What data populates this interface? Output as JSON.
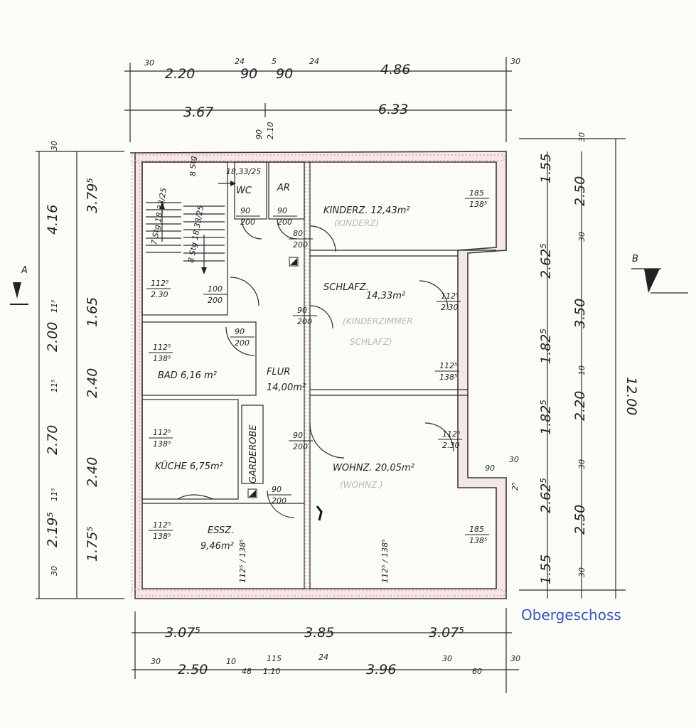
{
  "caption": "Obergeschoss",
  "rooms": {
    "kinderz": "KINDERZ. 12,43m²",
    "schlafz": "SCHLAFZ.",
    "schlafz_area": "14,33m²",
    "bad": "BAD 6,16 m²",
    "flur": "FLUR",
    "flur_area": "14,00m²",
    "kueche": "KÜCHE 6,75m²",
    "essz": "ESSZ.",
    "essz_area": "9,46m²",
    "wohnz": "WOHNZ. 20,05m²",
    "wc": "WC",
    "ar": "AR",
    "garderobe": "GARDEROBE"
  },
  "faint_notes": {
    "kinder_sub": "(KINDERZ)",
    "schlaf_sub_1": "(KINDERZIMMER",
    "schlaf_sub_2": "SCHLAFZ)",
    "wohn_sub": "(WOHNZ.)"
  },
  "window_dims": {
    "kinder": [
      "185",
      "138⁵"
    ],
    "treppe": [
      "112⁵",
      "2.30"
    ],
    "schlaf_a": [
      "112⁵",
      "2.30"
    ],
    "schlaf_b": [
      "112⁵",
      "138⁵"
    ],
    "bad": [
      "112⁵",
      "138⁵"
    ],
    "kueche": [
      "112⁵",
      "138⁵"
    ],
    "essz": [
      "112⁵",
      "138⁵"
    ],
    "wohn_a": [
      "112⁵",
      "2.30"
    ],
    "wohn_b": [
      "185",
      "138⁵"
    ],
    "essz_bottom": [
      "112⁵",
      "138⁵"
    ],
    "wohn_bottom": [
      "112⁵",
      "138⁵"
    ]
  },
  "door_dims": {
    "wc": [
      "90",
      "200"
    ],
    "ar": [
      "90",
      "200"
    ],
    "kinder": [
      "80",
      "200"
    ],
    "trep": [
      "100",
      "200"
    ],
    "flur_a": [
      "90",
      "200"
    ],
    "flur_b": [
      "90",
      "200"
    ],
    "bad": [
      "90",
      "200"
    ],
    "wohn": [
      "90",
      "200"
    ],
    "garderobe": [
      "90",
      "200"
    ],
    "wohn_side": "90"
  },
  "stair_labels": {
    "a": "8 Stg",
    "b": "18,33/25",
    "c": "7 Stg 18,33/25",
    "d": "8 Stg 18,33/25",
    "e": "18,33/25"
  },
  "top_dims_row1": [
    "30",
    "2.20",
    "24",
    "90",
    "5",
    "90",
    "24",
    "4.86",
    "30"
  ],
  "top_dims_row2": [
    "3.67",
    "6.33"
  ],
  "top_small": [
    "90",
    "2.10"
  ],
  "bottom_dims_row1": [
    "3.07⁵",
    "3.85",
    "3.07⁵"
  ],
  "bottom_dims_row2": [
    "30",
    "2.50",
    "10",
    "48",
    "115",
    "1.10",
    "24",
    "3.96",
    "30",
    "60",
    "30"
  ],
  "left_outer": [
    "30",
    "4.16",
    "11⁵",
    "2.00",
    "11⁵",
    "2.70",
    "11⁵",
    "2.19⁵",
    "30"
  ],
  "left_inner": [
    "3.79⁵",
    "1.65",
    "2.40",
    "2.40",
    "1.75⁵"
  ],
  "right_inner": [
    "1.55",
    "2.62⁵",
    "1.82⁵",
    "1.82⁵",
    "2.62⁵",
    "1.55"
  ],
  "right_mid": [
    "30",
    "2.50",
    "30",
    "3.50",
    "10",
    "2.20",
    "30",
    "2.50",
    "30"
  ],
  "right_outer": "12.00",
  "small_right": [
    "30",
    "2⁵"
  ],
  "section_a": "A",
  "section_b": "B"
}
